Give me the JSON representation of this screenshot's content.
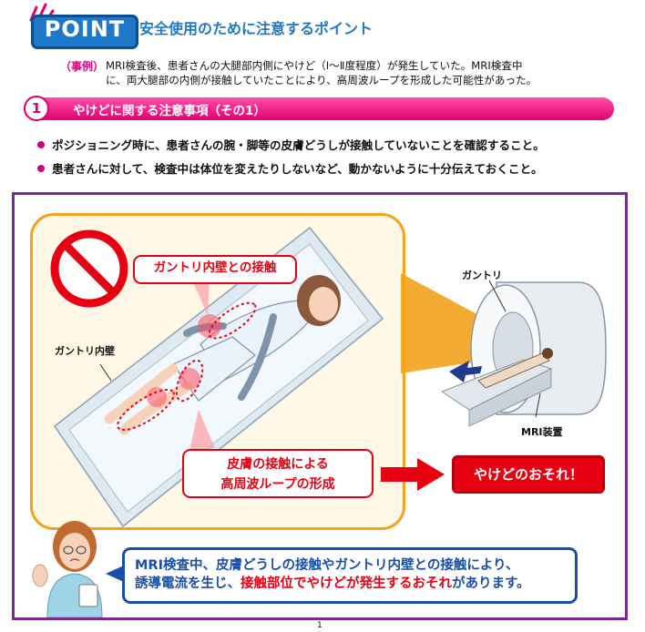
{
  "header": {
    "logo_text": "POINT",
    "title": "安全使用のために注意するポイント"
  },
  "case": {
    "label": "（事例）",
    "line1": "MRI検査後、患者さんの大腿部内側にやけど（Ⅰ～Ⅱ度程度）が発生していた。MRI検査中",
    "line2": "に、両大腿部の内側が接触していたことにより、高周波ループを形成した可能性があった。"
  },
  "section": {
    "number": "1",
    "title": "やけどに関する注意事項（その1）"
  },
  "bullets": [
    "ポジショニング時に、患者さんの腕・脚等の皮膚どうしが接触していないことを確認すること。",
    "患者さんに対して、検査中は体位を変えたりしないなど、動かないように十分伝えておくこと。"
  ],
  "illustration": {
    "callout_gantry_contact": "ガントリ内壁との接触",
    "label_gantry_wall": "ガントリ内壁",
    "label_gantry": "ガントリ",
    "label_mri_device": "MRI装置",
    "callout_skin_loop_line1": "皮膚の接触による",
    "callout_skin_loop_line2": "高周波ループの形成",
    "warning": "やけどのおそれ！"
  },
  "speech": {
    "line1": "MRI検査中、皮膚どうしの接触やガントリ内壁との接触により、",
    "line2_a": "誘導電流を生じ、",
    "line2_b": "接触部位でやけどが発生するおそれ",
    "line2_c": "があります。"
  },
  "page_number": "1",
  "colors": {
    "brand_blue": "#1f78c8",
    "accent_pink": "#e0006f",
    "warning_red": "#e60012",
    "frame_purple": "#7a2c8f",
    "panel_orange": "#f3a21c"
  }
}
